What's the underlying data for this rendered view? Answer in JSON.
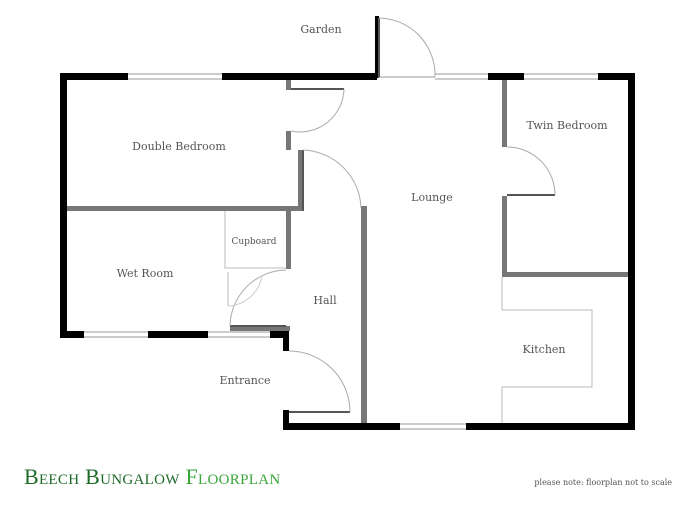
{
  "rooms": {
    "garden": "Garden",
    "double_bedroom": "Double Bedroom",
    "twin_bedroom": "Twin Bedroom",
    "lounge": "Lounge",
    "cupboard": "Cupboard",
    "wet_room": "Wet Room",
    "hall": "Hall",
    "kitchen": "Kitchen",
    "entrance": "Entrance"
  },
  "title": {
    "part1": "Beech Bungalow",
    "part2": "Floorplan"
  },
  "footnote": "please note: floorplan not to scale",
  "colors": {
    "title_dark": "#1f6b2a",
    "title_light": "#3aa63a",
    "outer_wall": "#000000",
    "inner_wall": "#777777"
  }
}
